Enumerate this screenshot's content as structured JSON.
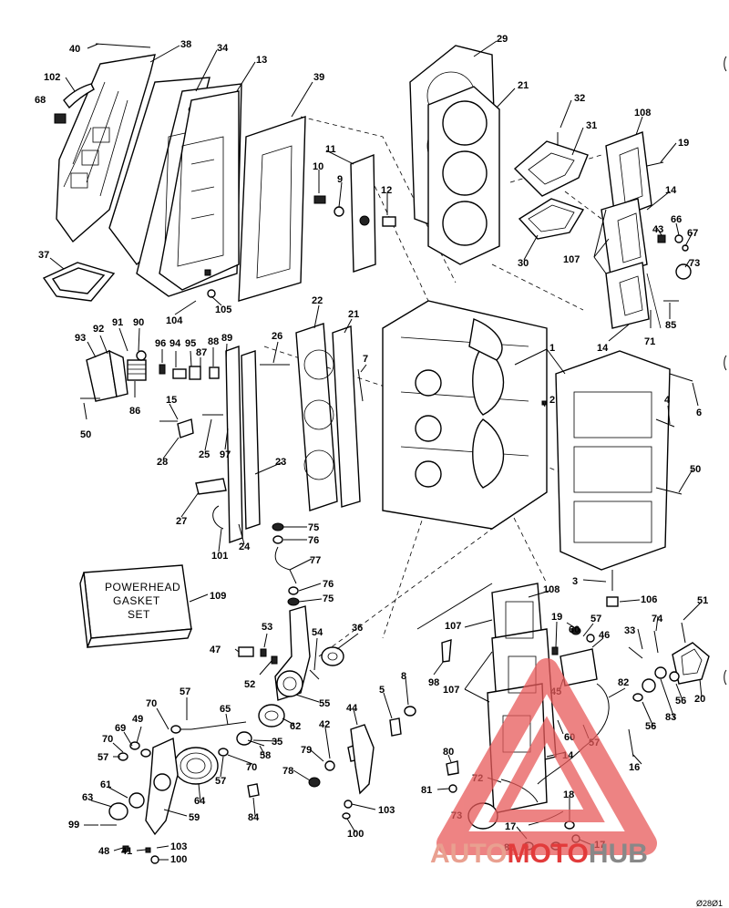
{
  "gasket_box": {
    "line1": "POWERHEAD",
    "line2": "GASKET",
    "line3": "SET",
    "part": "109"
  },
  "watermark": {
    "auto": "AUTO",
    "moto": "MOTO",
    "hub": "HUB",
    "colors": {
      "red": "#e23b3b",
      "gray": "#888888",
      "triangle": "#e85a5a"
    }
  },
  "corner_code": "Ø28Ø1"
}
